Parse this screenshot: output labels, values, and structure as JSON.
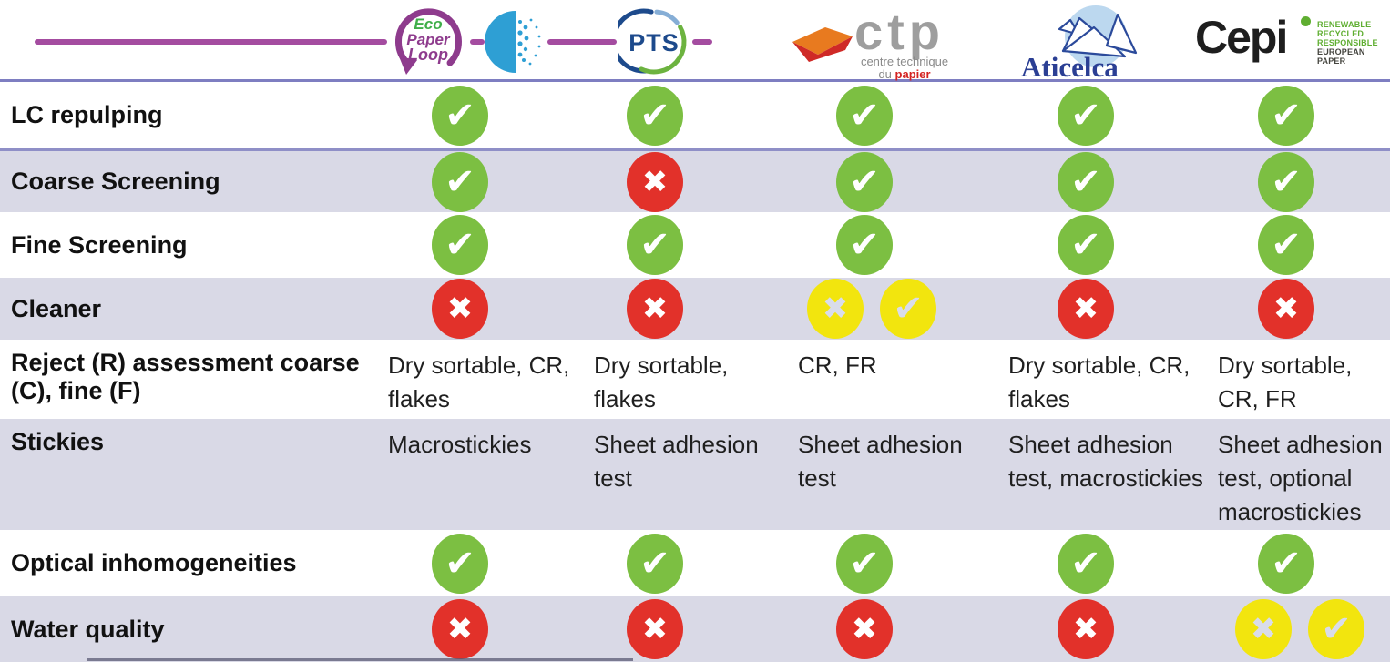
{
  "header": {
    "logos": {
      "ecopaperloop": {
        "line1": "Eco",
        "line2": "Paper",
        "line3": "Loop"
      },
      "pts": {
        "label": "PTS"
      },
      "ctp": {
        "label": "ctp",
        "sub1": "centre technique",
        "sub2_prefix": "du ",
        "sub2_red": "papier"
      },
      "aticelca": {
        "label": "Aticelca"
      },
      "cepi": {
        "label": "Cepi",
        "tag1": "RENEWABLE",
        "tag2": "RECYCLED",
        "tag3": "RESPONSIBLE",
        "tag4": "EUROPEAN PAPER"
      }
    }
  },
  "colors": {
    "green": "#7cbf42",
    "red": "#e2312a",
    "yellow": "#f2e50e",
    "lavender": "#d9d9e6",
    "purple_line": "#a44ca0",
    "header_rule": "#7e7ec1"
  },
  "table": {
    "columns": [
      "EcoPaperLoop",
      "PTS",
      "CTP",
      "Aticelca",
      "Cepi"
    ],
    "icon_legend": {
      "green-check": "supported",
      "red-x": "not supported",
      "yellow-x": "partial no",
      "yellow-check": "partial yes"
    },
    "rows": [
      {
        "label": "LC repulping",
        "cells": [
          {
            "icons": [
              "green-check"
            ]
          },
          {
            "icons": [
              "green-check"
            ]
          },
          {
            "icons": [
              "green-check"
            ]
          },
          {
            "icons": [
              "green-check"
            ]
          },
          {
            "icons": [
              "green-check"
            ]
          }
        ]
      },
      {
        "label": "Coarse Screening",
        "cells": [
          {
            "icons": [
              "green-check"
            ]
          },
          {
            "icons": [
              "red-x"
            ]
          },
          {
            "icons": [
              "green-check"
            ]
          },
          {
            "icons": [
              "green-check"
            ]
          },
          {
            "icons": [
              "green-check"
            ]
          }
        ]
      },
      {
        "label": "Fine Screening",
        "cells": [
          {
            "icons": [
              "green-check"
            ]
          },
          {
            "icons": [
              "green-check"
            ]
          },
          {
            "icons": [
              "green-check"
            ]
          },
          {
            "icons": [
              "green-check"
            ]
          },
          {
            "icons": [
              "green-check"
            ]
          }
        ]
      },
      {
        "label": "Cleaner",
        "cells": [
          {
            "icons": [
              "red-x"
            ]
          },
          {
            "icons": [
              "red-x"
            ]
          },
          {
            "icons": [
              "yellow-x",
              "yellow-check"
            ]
          },
          {
            "icons": [
              "red-x"
            ]
          },
          {
            "icons": [
              "red-x"
            ]
          }
        ]
      },
      {
        "label": "Reject (R) assessment coarse (C), fine (F)",
        "cells": [
          {
            "text": "Dry sortable, CR, flakes"
          },
          {
            "text": "Dry sortable, flakes"
          },
          {
            "text": "CR, FR"
          },
          {
            "text": "Dry sortable, CR, flakes"
          },
          {
            "text": "Dry sortable, CR, FR"
          }
        ]
      },
      {
        "label": "Stickies",
        "cells": [
          {
            "text": "Macrostickies"
          },
          {
            "text": "Sheet adhesion test"
          },
          {
            "text": "Sheet adhesion test"
          },
          {
            "text": "Sheet adhesion test, macrostickies"
          },
          {
            "text": "Sheet adhesion test, optional macrostickies"
          }
        ]
      },
      {
        "label": "Optical inhomogeneities",
        "cells": [
          {
            "icons": [
              "green-check"
            ]
          },
          {
            "icons": [
              "green-check"
            ]
          },
          {
            "icons": [
              "green-check"
            ]
          },
          {
            "icons": [
              "green-check"
            ]
          },
          {
            "icons": [
              "green-check"
            ]
          }
        ]
      },
      {
        "label": "Water quality",
        "cells": [
          {
            "icons": [
              "red-x"
            ]
          },
          {
            "icons": [
              "red-x"
            ]
          },
          {
            "icons": [
              "red-x"
            ]
          },
          {
            "icons": [
              "red-x"
            ]
          },
          {
            "icons": [
              "yellow-x",
              "yellow-check"
            ]
          }
        ]
      }
    ]
  }
}
